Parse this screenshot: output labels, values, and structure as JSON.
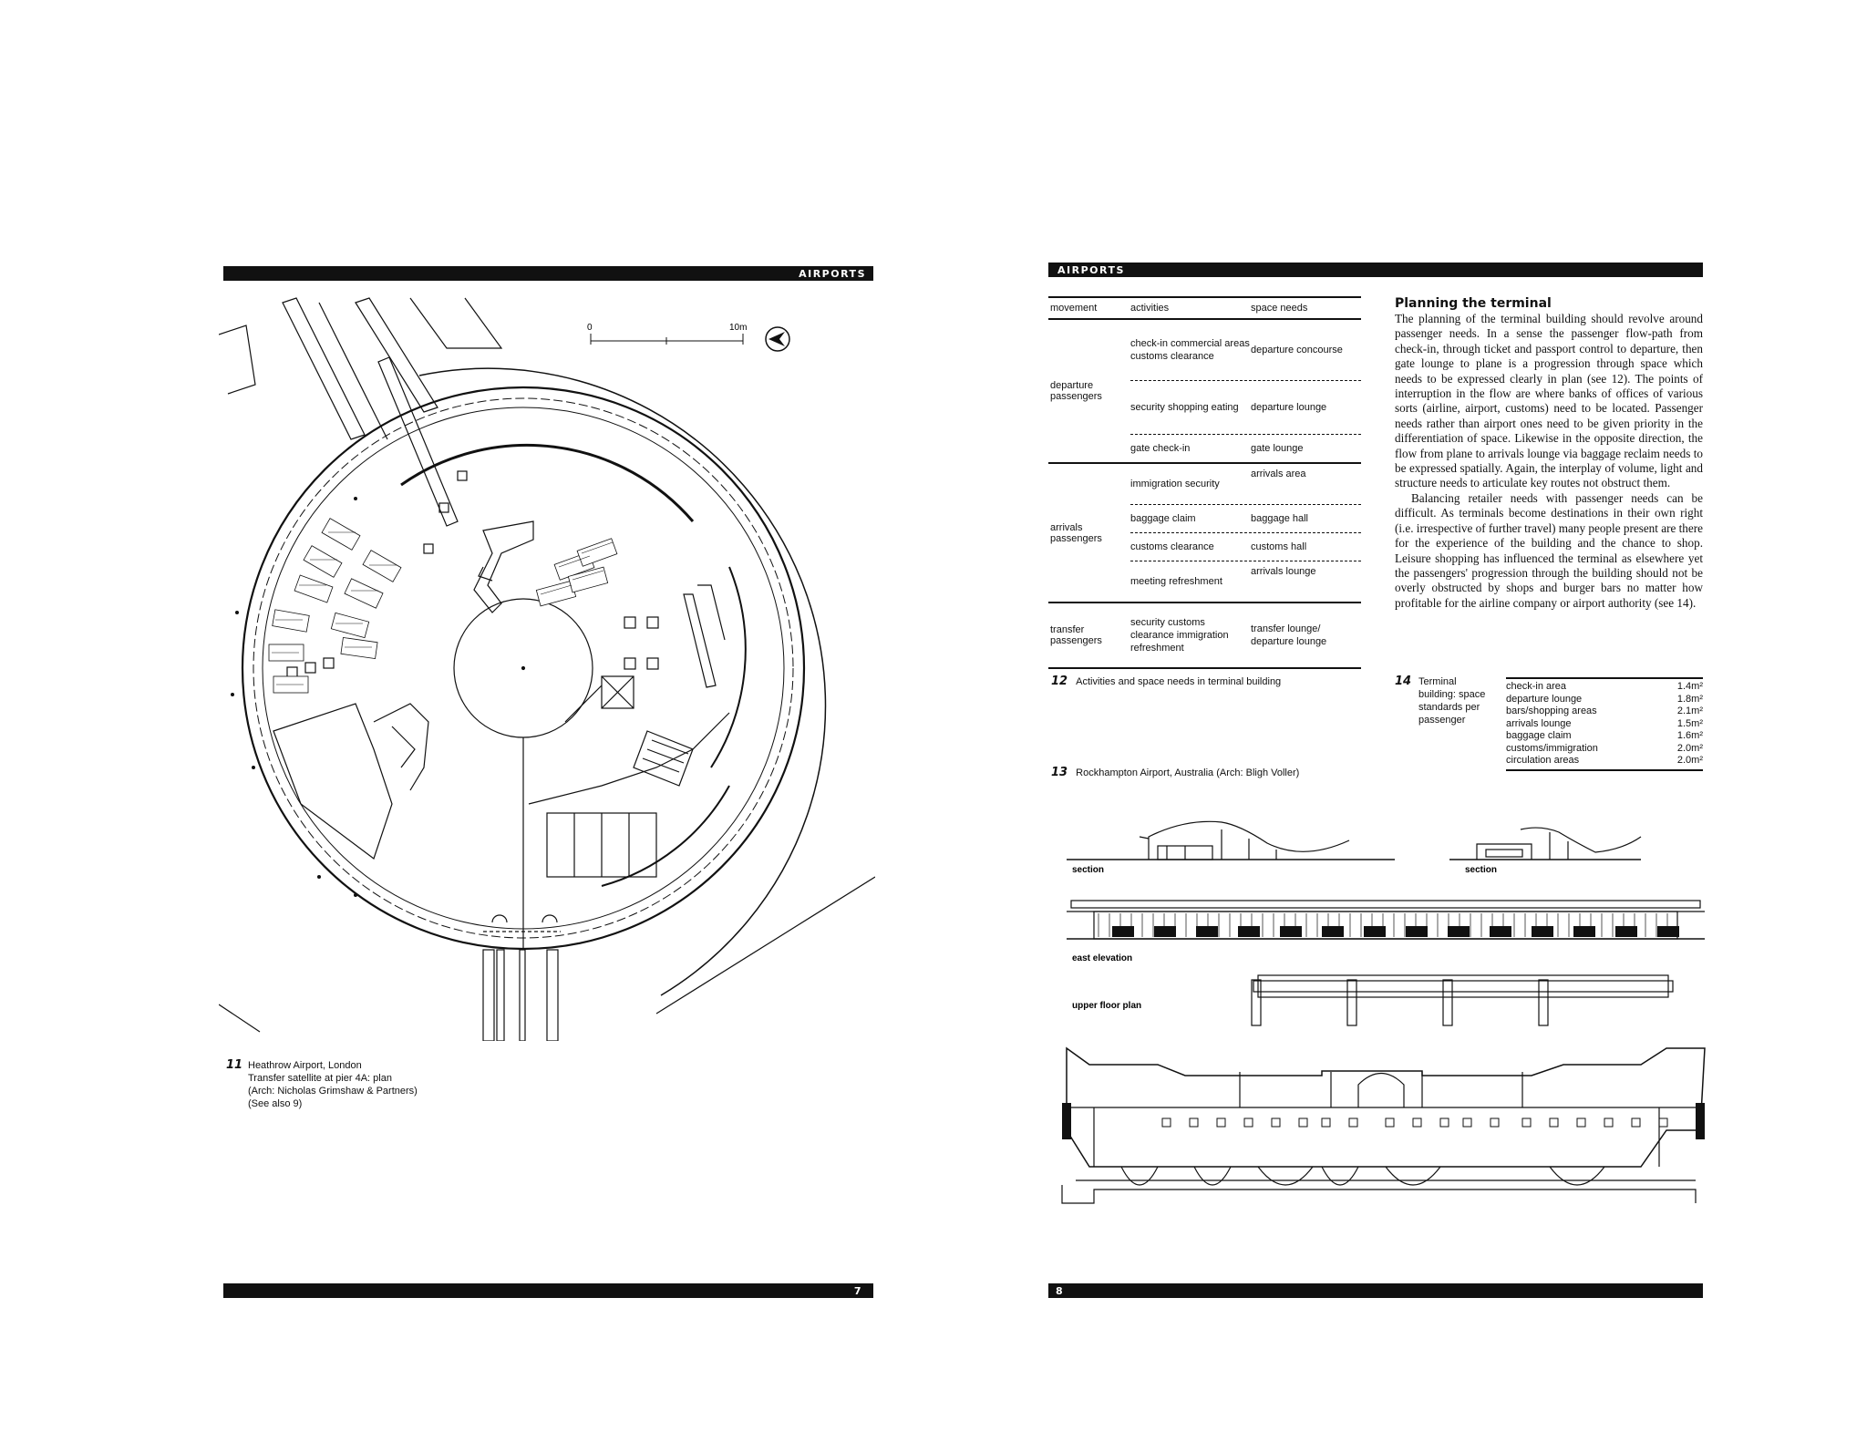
{
  "left_page": {
    "header_label": "AIRPORTS",
    "page_number": "7",
    "scale_bar": {
      "start_label": "0",
      "end_label": "10m"
    },
    "figure_11": {
      "number": "11",
      "lines": [
        "Heathrow Airport, London",
        "Transfer satellite at pier 4A: plan",
        "(Arch: Nicholas Grimshaw & Partners)",
        "(See also 9)"
      ]
    }
  },
  "right_page": {
    "header_label": "AIRPORTS",
    "page_number": "8",
    "activities_table": {
      "headers": {
        "movement": "movement",
        "activities": "activities",
        "space": "space needs"
      },
      "groups": [
        {
          "movement": "departure passengers",
          "rows": [
            {
              "activities": "check-in commercial areas customs clearance",
              "space": "departure concourse"
            },
            {
              "activities": "security shopping eating",
              "space": "departure lounge"
            },
            {
              "activities": "gate check-in",
              "space": "gate lounge"
            }
          ]
        },
        {
          "movement": "arrivals passengers",
          "rows": [
            {
              "activities": "immigration security",
              "space": "arrivals area"
            },
            {
              "activities": "baggage claim",
              "space": "baggage hall"
            },
            {
              "activities": "customs clearance",
              "space": "customs hall"
            },
            {
              "activities": "meeting refreshment",
              "space": "arrivals lounge"
            }
          ]
        },
        {
          "movement": "transfer passengers",
          "rows": [
            {
              "activities": "security customs clearance immigration refreshment",
              "space": "transfer lounge/ departure lounge"
            }
          ]
        }
      ]
    },
    "figure_12": {
      "number": "12",
      "caption": "Activities and space needs in terminal building"
    },
    "figure_13": {
      "number": "13",
      "caption": "Rockhampton Airport, Australia (Arch: Bligh Voller)"
    },
    "figure_14": {
      "number": "14",
      "caption": "Terminal building: space standards per passenger",
      "rows": [
        {
          "label": "check-in area",
          "value": "1.4m²"
        },
        {
          "label": "departure lounge",
          "value": "1.8m²"
        },
        {
          "label": "bars/shopping areas",
          "value": "2.1m²"
        },
        {
          "label": "arrivals lounge",
          "value": "1.5m²"
        },
        {
          "label": "baggage claim",
          "value": "1.6m²"
        },
        {
          "label": "customs/immigration",
          "value": "2.0m²"
        },
        {
          "label": "circulation areas",
          "value": "2.0m²"
        }
      ]
    },
    "article": {
      "title": "Planning the terminal",
      "paragraphs": [
        "The planning of the terminal building should revolve around passenger needs. In a sense the passenger flow-path from check-in, through ticket and passport control to departure, then gate lounge to plane is a progression through space which needs to be expressed clearly in plan (see 12). The points of interruption in the flow are where banks of offices of various sorts (airline, airport, customs) need to be located. Passenger needs rather than airport ones need to be given priority in the differentiation of space. Likewise in the opposite direction, the flow from plane to arrivals lounge via baggage reclaim needs to be expressed spatially. Again, the interplay of volume, light and structure needs to articulate key routes not obstruct them.",
        "Balancing retailer needs with passenger needs can be difficult. As terminals become destinations in their own right (i.e. irrespective of further travel) many people present are there for the experience of the building and the chance to shop. Leisure shopping has influenced the terminal as elsewhere yet the passengers' progression through the building should not be overly obstructed by shops and burger bars no matter how profitable for the airline company or airport authority (see 14)."
      ]
    },
    "drawing_labels": {
      "section_left": "section",
      "section_right": "section",
      "east_elevation": "east elevation",
      "upper_floor_plan": "upper floor plan"
    }
  }
}
